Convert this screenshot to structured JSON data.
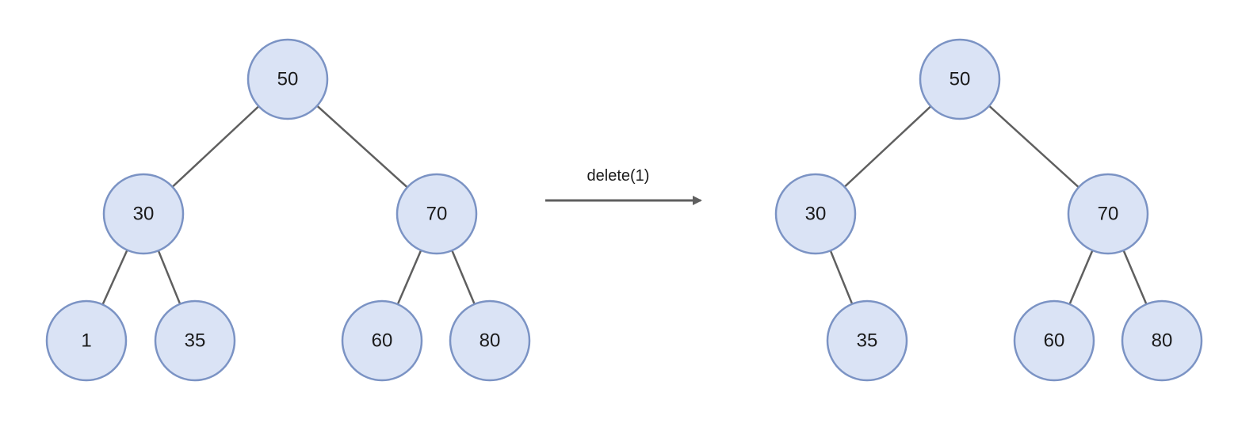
{
  "colors": {
    "node_fill": "#dae3f5",
    "node_stroke": "#7b93c4",
    "edge": "#5f5f5f",
    "arrow": "#5f5f5f"
  },
  "operation": {
    "label": "delete(1)"
  },
  "before_tree": {
    "nodes": [
      {
        "id": "b50",
        "label": "50"
      },
      {
        "id": "b30",
        "label": "30"
      },
      {
        "id": "b70",
        "label": "70"
      },
      {
        "id": "b1",
        "label": "1"
      },
      {
        "id": "b35",
        "label": "35"
      },
      {
        "id": "b60",
        "label": "60"
      },
      {
        "id": "b80",
        "label": "80"
      }
    ],
    "edges": [
      [
        "b50",
        "b30"
      ],
      [
        "b50",
        "b70"
      ],
      [
        "b30",
        "b1"
      ],
      [
        "b30",
        "b35"
      ],
      [
        "b70",
        "b60"
      ],
      [
        "b70",
        "b80"
      ]
    ]
  },
  "after_tree": {
    "nodes": [
      {
        "id": "a50",
        "label": "50"
      },
      {
        "id": "a30",
        "label": "30"
      },
      {
        "id": "a70",
        "label": "70"
      },
      {
        "id": "a35",
        "label": "35"
      },
      {
        "id": "a60",
        "label": "60"
      },
      {
        "id": "a80",
        "label": "80"
      }
    ],
    "edges": [
      [
        "a50",
        "a30"
      ],
      [
        "a50",
        "a70"
      ],
      [
        "a30",
        "a35"
      ],
      [
        "a70",
        "a60"
      ],
      [
        "a70",
        "a80"
      ]
    ]
  }
}
